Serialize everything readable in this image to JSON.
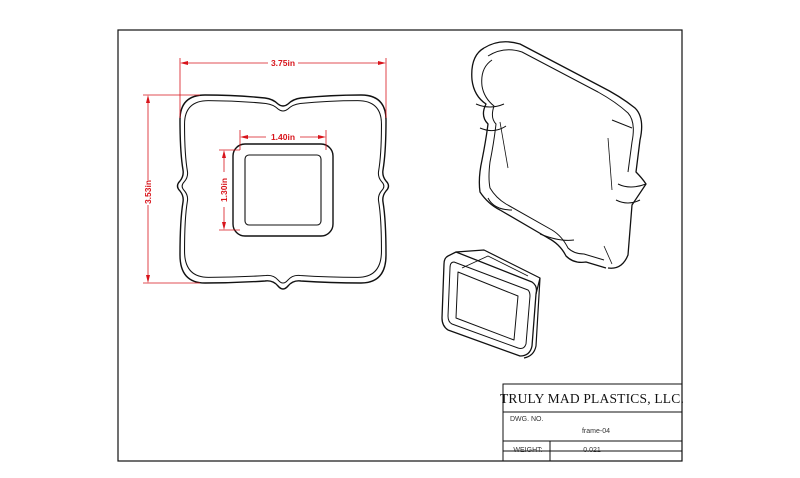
{
  "dimensions": {
    "outer_width": "3.75in",
    "outer_height": "3.53in",
    "inner_width": "1.40in",
    "inner_height": "1.30in"
  },
  "title_block": {
    "company": "TRULY MAD PLASTICS, LLC.",
    "dwg_no_label": "DWG.  NO.",
    "dwg_no_value": "frame-04",
    "weight_label": "WEIGHT:",
    "weight_value": "0.021"
  },
  "colors": {
    "dimension": "#d8141b",
    "line": "#111111",
    "background": "#ffffff"
  }
}
